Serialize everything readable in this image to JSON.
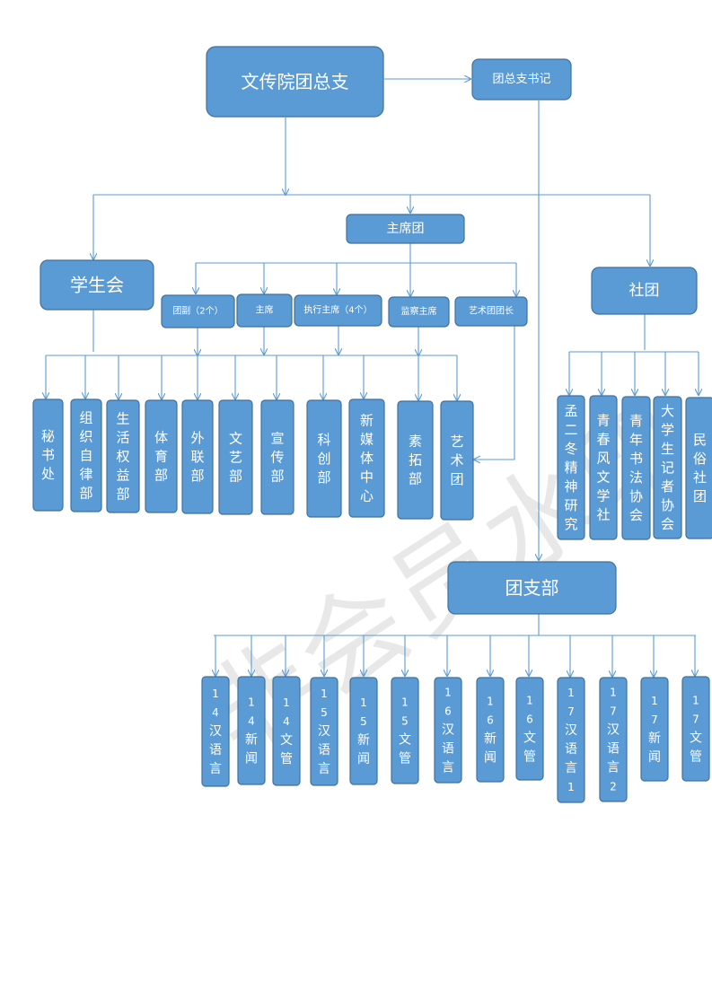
{
  "watermark": "非会员水印",
  "org": {
    "root": "文传院团总支",
    "secretary": "团总支书记",
    "presidium": "主席团",
    "student_union": "学生会",
    "clubs_head": "社团",
    "branch_head": "团支部",
    "presidium_roles": [
      "团副（2个）",
      "主席",
      "执行主席（4个）",
      "监察主席",
      "艺术团团长"
    ],
    "departments": [
      "秘书处",
      "组织自律部",
      "生活权益部",
      "体育部",
      "外联部",
      "文艺部",
      "宣传部",
      "科创部",
      "新媒体中心",
      "素拓部",
      "艺术团"
    ],
    "clubs": [
      "孟二冬精神研究",
      "青春风文学社",
      "青年书法协会",
      "大学生记者协会",
      "民俗社团"
    ],
    "branches": [
      "14汉语言",
      "14新闻",
      "14文管",
      "15汉语言",
      "15新闻",
      "15文管",
      "16汉语言",
      "16新闻",
      "16文管",
      "17汉语言1",
      "17汉语言2",
      "17新闻",
      "17文管"
    ]
  }
}
